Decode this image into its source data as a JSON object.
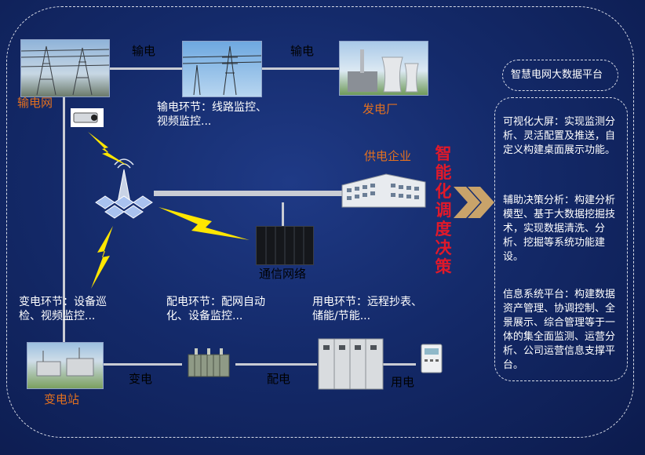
{
  "labels": {
    "transmission_grid": "输电网",
    "transmission_top_left": "输电",
    "transmission_top_right": "输电",
    "power_plant": "发电厂",
    "supply_company": "供电企业",
    "comm_network": "通信网络",
    "substation": "变电站",
    "transform": "变电",
    "distribute": "配电",
    "consume": "用电"
  },
  "segments": {
    "transmission": "输电环节：线路监控、视频监控...",
    "substation": "变电环节：设备巡检、视频监控...",
    "distribution": "配电环节：配网自动化、设备监控...",
    "consumption": "用电环节：远程抄表、储能/节能..."
  },
  "center_title": "智能化调度决策",
  "platform": {
    "title": "智慧电网大数据平台",
    "items": [
      "可视化大屏：实现监测分析、灵活配置及推送，自定义构建桌面展示功能。",
      "辅助决策分析：构建分析模型、基于大数据挖掘技术，实现数据清洗、分析、挖掘等系统功能建设。",
      "信息系统平台：构建数据资产管理、协调控制、全景展示、综合管理等于一体的集全面监测、运营分析、公司运营信息支撑平台。"
    ]
  },
  "colors": {
    "accent_red": "#e0192a",
    "label_orange": "#e2701f",
    "arrow": "#c9a36a"
  }
}
